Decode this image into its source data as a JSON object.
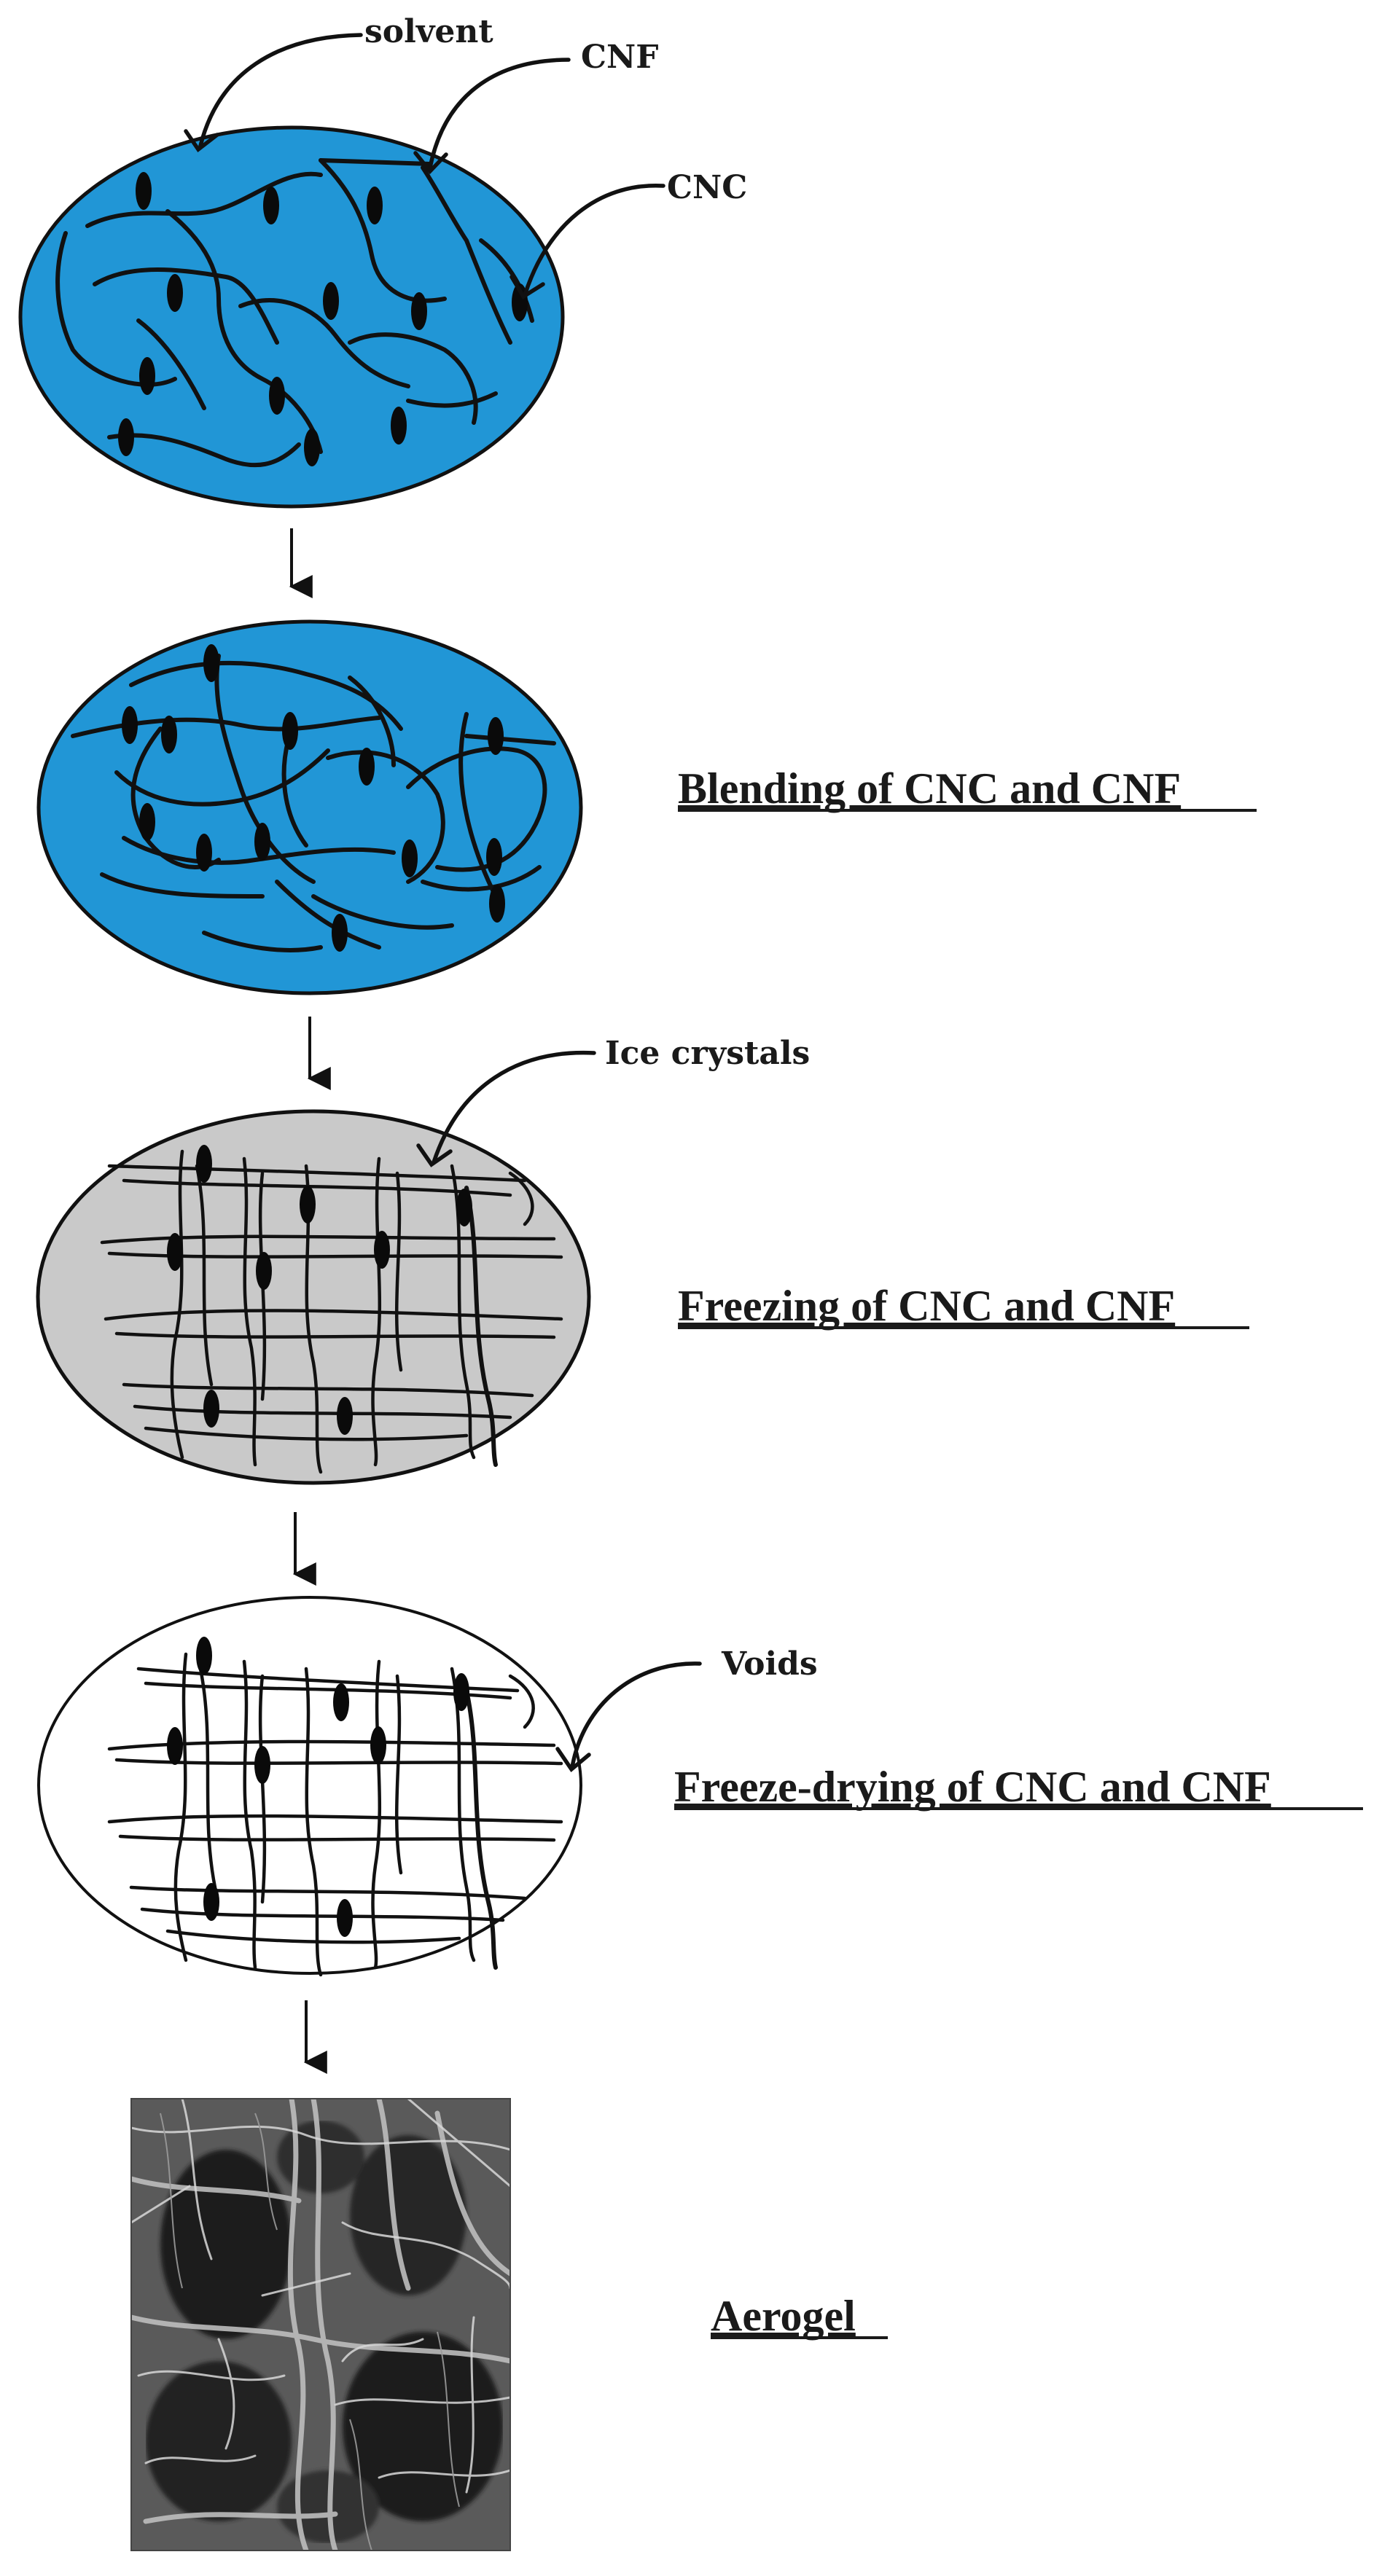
{
  "labels": {
    "solvent": "solvent",
    "cnf": "CNF",
    "cnc": "CNC",
    "ice_crystals": "Ice crystals",
    "voids": "Voids"
  },
  "stages": {
    "blending": "Blending of CNC and CNF",
    "freezing": "Freezing of CNC and CNF",
    "freeze_drying": "Freeze-drying of CNC and CNF",
    "aerogel": "Aerogel"
  },
  "colors": {
    "solvent_blue": "#2196d6",
    "ice_gray": "#c9c9c9",
    "fiber_black": "#111111",
    "void_white": "#ffffff"
  }
}
